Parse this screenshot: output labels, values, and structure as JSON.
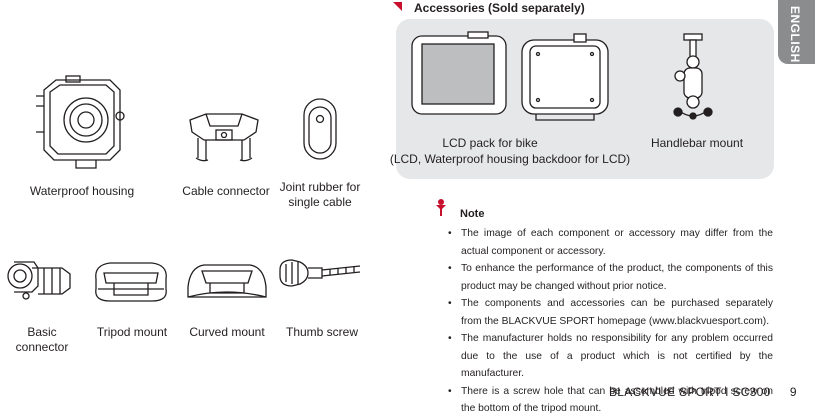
{
  "language_tab": "ENGLISH",
  "section": {
    "title": "Accessories (Sold separately)"
  },
  "accessories": {
    "lcd_pack": "LCD pack for bike",
    "lcd_pack_detail": "(LCD, Waterproof housing backdoor for LCD)",
    "handlebar": "Handlebar mount"
  },
  "components": {
    "waterproof_housing": "Waterproof housing",
    "cable_connector": "Cable connector",
    "joint_rubber_line1": "Joint rubber for",
    "joint_rubber_line2": "single cable",
    "basic_connector": "Basic connector",
    "tripod_mount": "Tripod mount",
    "curved_mount": "Curved mount",
    "thumb_screw": "Thumb screw"
  },
  "note": {
    "title": "Note",
    "items": [
      "The image of each component or accessory may differ from the actual component or accessory.",
      "To enhance the performance of the product, the components of this product may be changed without prior notice.",
      "The components and accessories can be purchased separately from the BLACKVUE SPORT homepage (www.blackvuesport.com).",
      "The manufacturer holds no responsibility for any problem occurred due to the use of a product which is not certified by the manufacturer.",
      "There is a screw hole that can be assembled with tripod screw on the bottom of the tripod mount."
    ]
  },
  "footer": {
    "brand": "BLACKVUE SPORT I SC300",
    "page_number": "9"
  },
  "colors": {
    "accent_red": "#c8102e",
    "panel_gray": "#e6e7e8",
    "tab_gray": "#8a8c8e"
  }
}
